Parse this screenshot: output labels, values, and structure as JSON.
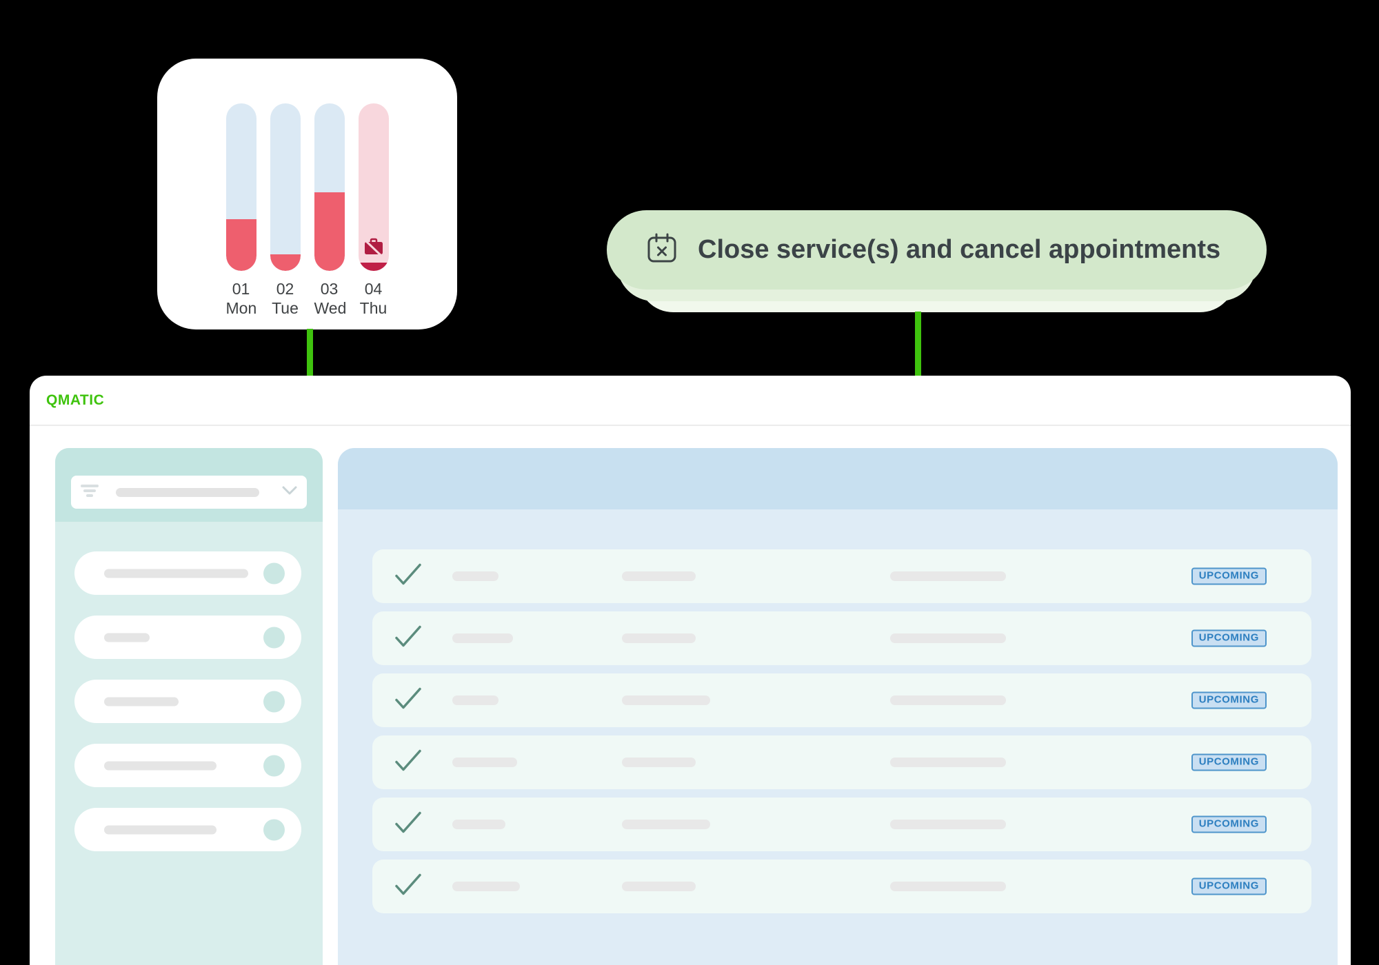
{
  "colors": {
    "page_bg": "#000000",
    "accent_green": "#3fc30e",
    "callout_green": "#d3e8cb",
    "bar_blue": "#dbe9f4",
    "bar_red": "#ee5f6e",
    "bar_pink": "#f8d7dd",
    "bar_dark_red": "#c01f47",
    "sidebar_teal": "#d9eeec",
    "sidebar_teal_dark": "#c3e5e1",
    "main_blue": "#dfecf6",
    "main_blue_dark": "#c8e0f0",
    "row_mint": "#f0f9f6",
    "badge_blue": "#2d7fc0",
    "check_green": "#5b8c7d"
  },
  "chart_data": {
    "type": "bar",
    "title": "",
    "categories": [
      "01 Mon",
      "02 Tue",
      "03 Wed",
      "04 Thu"
    ],
    "values": [
      31,
      10,
      47,
      5
    ],
    "ylim": [
      0,
      100
    ],
    "note": "capacity fill % per day; day 04 Thu shown as closed (briefcase-off icon, dark red cap on pink bar)"
  },
  "chart_card": {
    "days": [
      {
        "num": "01",
        "name": "Mon",
        "fill_pct": 31,
        "closed": false
      },
      {
        "num": "02",
        "name": "Tue",
        "fill_pct": 10,
        "closed": false
      },
      {
        "num": "03",
        "name": "Wed",
        "fill_pct": 47,
        "closed": false
      },
      {
        "num": "04",
        "name": "Thu",
        "fill_pct": 5,
        "closed": true
      }
    ],
    "closed_day_icon": "briefcase-off-icon"
  },
  "callout": {
    "icon": "calendar-x-icon",
    "label": "Close service(s) and cancel appointments"
  },
  "header": {
    "brand": "QMATIC"
  },
  "sidebar": {
    "filter": {
      "icon": "filter-icon",
      "chevron_icon": "chevron-down-icon",
      "bars": [
        208
      ]
    },
    "items": [
      {
        "bars": [
          209
        ]
      },
      {
        "bars": [
          66
        ]
      },
      {
        "bars": [
          108
        ]
      },
      {
        "bars": [
          163
        ]
      },
      {
        "bars": [
          163
        ]
      }
    ]
  },
  "main": {
    "rows": [
      {
        "status": "UPCOMING",
        "check_icon": "check-icon",
        "bars": [
          67,
          107,
          168
        ]
      },
      {
        "status": "UPCOMING",
        "check_icon": "check-icon",
        "bars": [
          88,
          107,
          168
        ]
      },
      {
        "status": "UPCOMING",
        "check_icon": "check-icon",
        "bars": [
          67,
          128,
          168
        ]
      },
      {
        "status": "UPCOMING",
        "check_icon": "check-icon",
        "bars": [
          94,
          107,
          168
        ]
      },
      {
        "status": "UPCOMING",
        "check_icon": "check-icon",
        "bars": [
          77,
          128,
          168
        ]
      },
      {
        "status": "UPCOMING",
        "check_icon": "check-icon",
        "bars": [
          98,
          107,
          168
        ]
      }
    ]
  }
}
